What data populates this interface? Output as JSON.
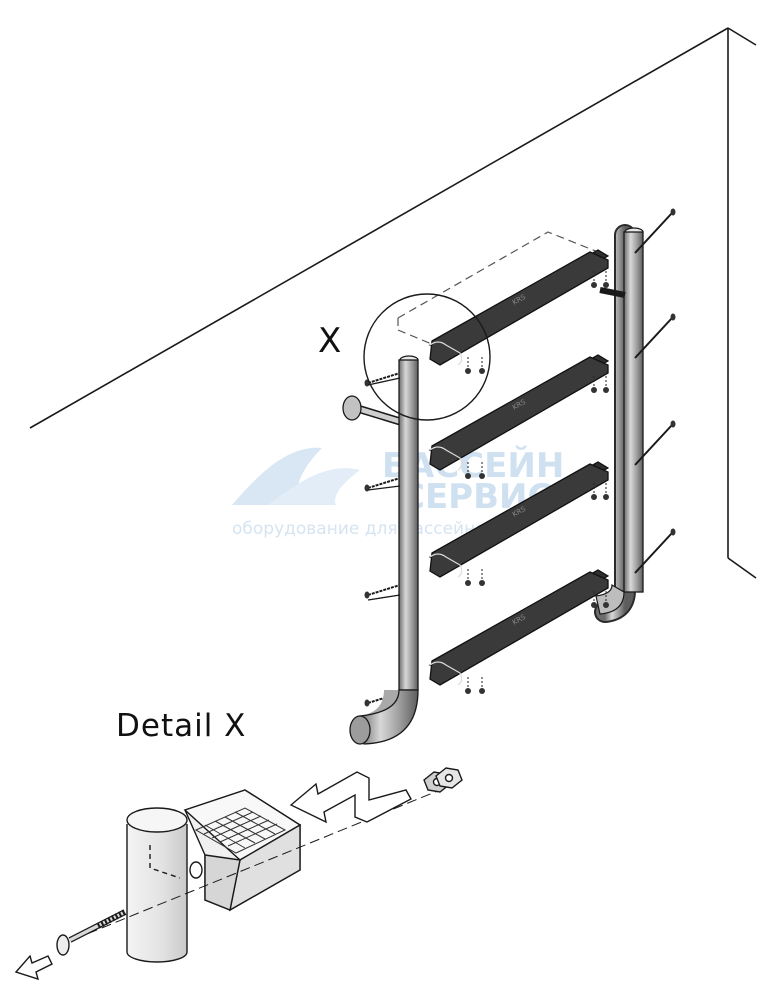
{
  "labels": {
    "callout": "X",
    "detail_title": "Detail X"
  },
  "watermark": {
    "line1": "БАССЕЙН",
    "line2": "СЕРВИС",
    "tagline": "оборудование для бассейнов"
  },
  "ladder": {
    "step_count": 4,
    "tread_embossing": "KRS"
  },
  "colors": {
    "line": "#1a1a1a",
    "tread": "#3a3a3a",
    "tube": "#9a9a9a",
    "watermark": "#cfe0f0"
  }
}
